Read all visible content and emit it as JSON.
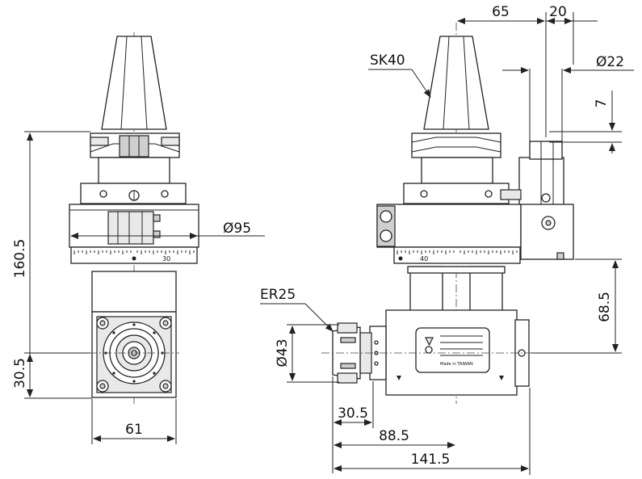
{
  "dimensions": {
    "d65": "65",
    "d20": "20",
    "taper": "SK40",
    "dia22": "Ø22",
    "d7": "7",
    "dia95": "Ø95",
    "d160_5": "160.5",
    "er": "ER25",
    "dia43": "Ø43",
    "d68_5": "68.5",
    "d30_5_left": "30.5",
    "d61": "61",
    "d30_5_bottom": "30.5",
    "d88_5": "88.5",
    "d141_5": "141.5"
  },
  "scale_marks": {
    "front_30": "30",
    "side_40": "40"
  },
  "nameplate": {
    "line1": "Made in TAIWAN"
  },
  "colors": {
    "line": "#222222",
    "fill": "#e9e9e9"
  }
}
